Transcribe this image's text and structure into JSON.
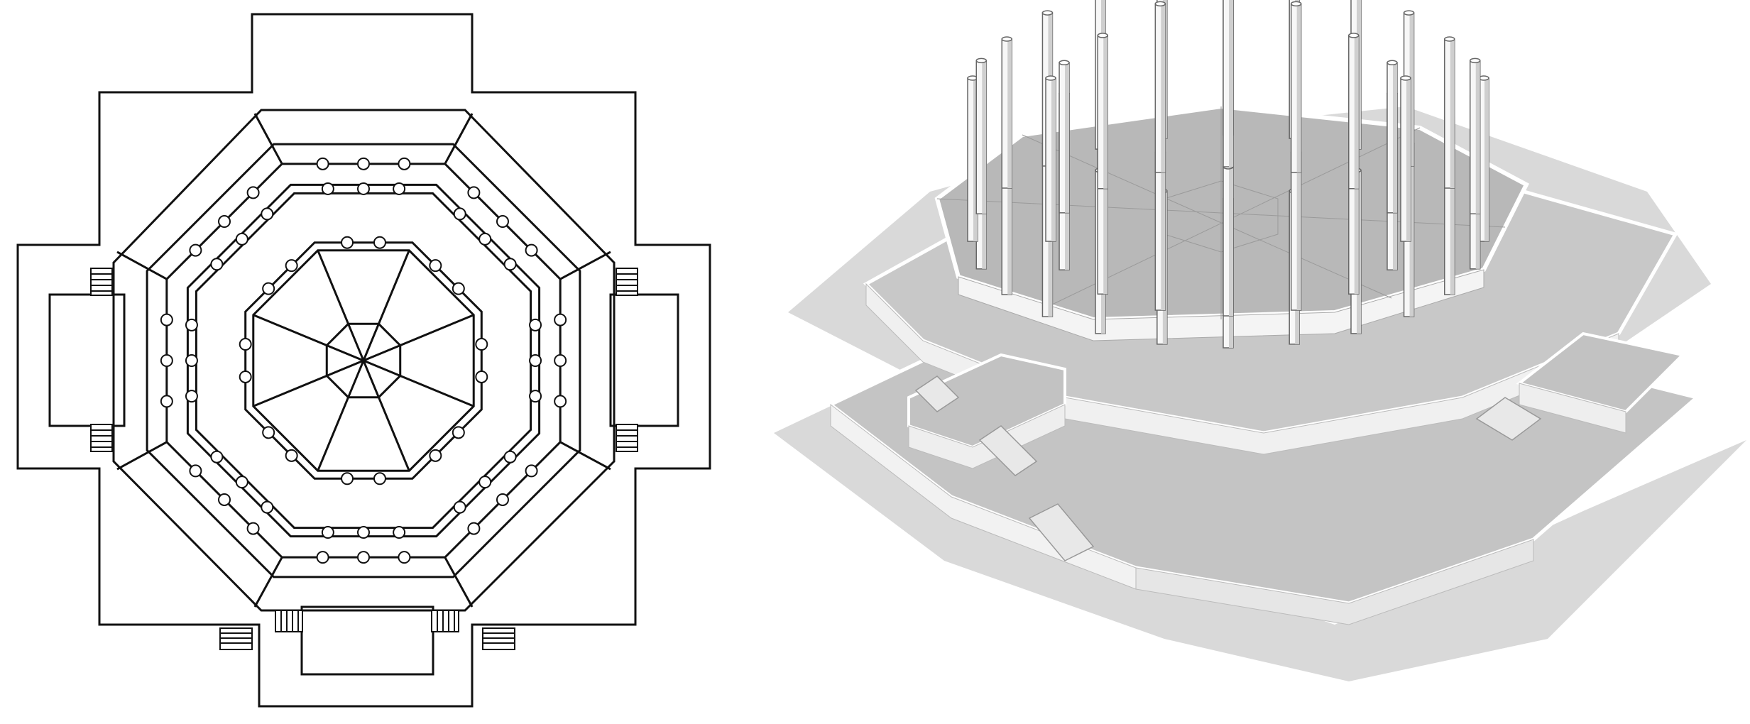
{
  "figure": {
    "panels": [
      {
        "id": "plan",
        "kind": "floor-plan",
        "labels": []
      },
      {
        "id": "iso",
        "kind": "isometric-view",
        "labels": []
      }
    ]
  },
  "colors": {
    "line": "#111111",
    "paper": "#ffffff",
    "shadow": "#d9d9d9",
    "terrace": "#c8c8c8",
    "deck": "#bdbdbd",
    "wall": "#f2f2f2",
    "column": "#f7f7f7"
  }
}
